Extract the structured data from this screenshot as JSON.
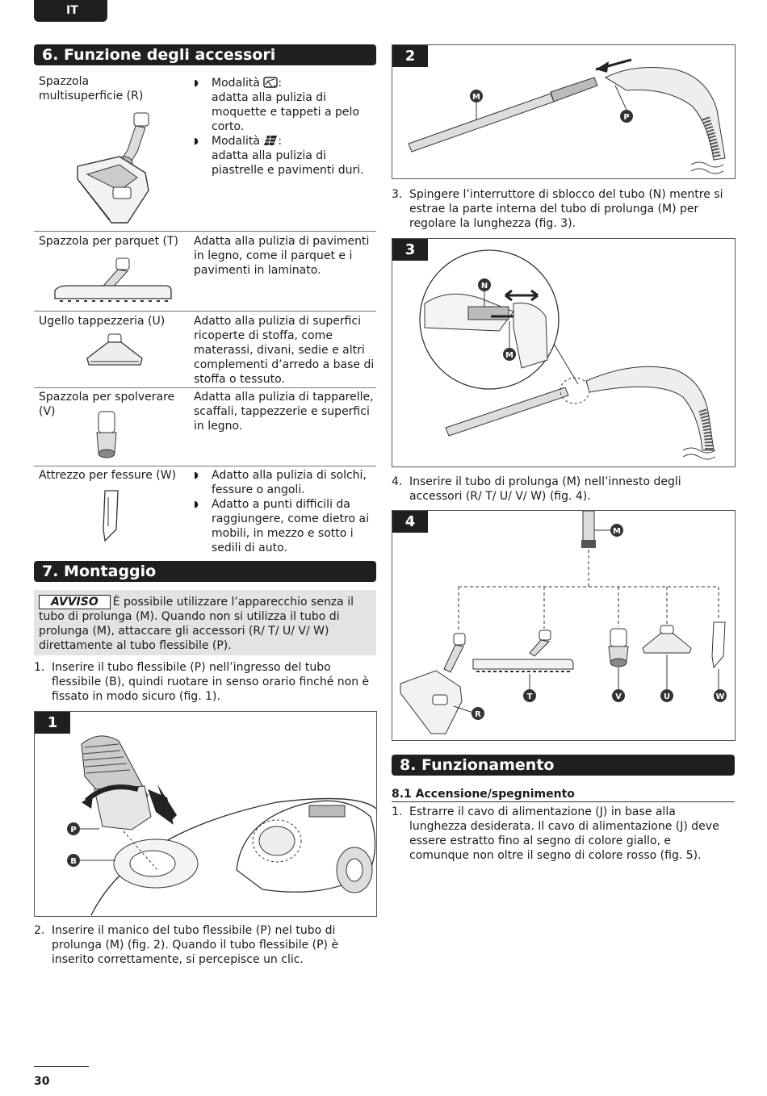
{
  "header": {
    "lang": "IT"
  },
  "sec6": {
    "title": "6. Funzione degli accessori",
    "rows": [
      {
        "name": "Spazzola multisuperficie (R)",
        "b1a": "Modalità",
        "b1b": ":",
        "b1c": "adatta alla pulizia di moquette e tappeti a pelo corto.",
        "b2a": "Modalità",
        "b2b": ":",
        "b2c": "adatta alla pulizia di piastrelle e pavimenti duri."
      },
      {
        "name": "Spazzola per parquet (T)",
        "desc": "Adatta alla pulizia di pavimenti in legno, come il parquet e i pavimenti in laminato."
      },
      {
        "name": "Ugello tappezzeria (U)",
        "desc": "Adatto alla pulizia di superfici ricoperte di stoffa, come materassi, divani, sedie e altri complementi d’arredo a base di stoffa o tessuto."
      },
      {
        "name": "Spazzola per spolverare (V)",
        "desc": "Adatta alla pulizia di tapparelle, scaffali, tappezzerie e superfici in legno."
      },
      {
        "name": "Attrezzo per fessure (W)",
        "b1": "Adatto alla pulizia di solchi, fessure o angoli.",
        "b2": "Adatto a punti difficili da raggiungere, come dietro ai mobili, in mezzo e sotto i sedili di auto."
      }
    ]
  },
  "sec7": {
    "title": "7. Montaggio",
    "notice_label": "AVVISO",
    "notice_text": "È possibile utilizzare l’apparecchio senza il tubo di prolunga (M). Quando non si utilizza il tubo di prolunga (M), attaccare gli accessori (R/ T/ U/ V/ W) direttamente al tubo flessibile (P).",
    "steps": [
      {
        "n": "1.",
        "text": "Inserire il tubo flessibile (P) nell’ingresso del tubo flessibile (B), quindi ruotare in senso orario finché non è fissato in modo sicuro (fig. 1)."
      },
      {
        "n": "2.",
        "text": "Inserire il manico del tubo flessibile (P) nel tubo di prolunga (M) (fig. 2). Quando il tubo flessibile (P) è inserito correttamente, si percepisce un clic."
      },
      {
        "n": "3.",
        "text": "Spingere l’interruttore di sblocco del tubo (N) mentre si estrae la parte interna del tubo di prolunga (M) per regolare la lunghezza (fig. 3)."
      },
      {
        "n": "4.",
        "text": "Inserire il tubo di prolunga (M) nell’innesto degli accessori (R/ T/ U/ V/ W) (fig. 4)."
      }
    ]
  },
  "figures": {
    "fig1": {
      "num": "1",
      "labels": [
        "P",
        "B"
      ]
    },
    "fig2": {
      "num": "2",
      "labels": [
        "M",
        "P"
      ]
    },
    "fig3": {
      "num": "3",
      "labels": [
        "N",
        "M"
      ]
    },
    "fig4": {
      "num": "4",
      "labels": [
        "M",
        "T",
        "V",
        "U",
        "W",
        "R"
      ]
    }
  },
  "sec8": {
    "title": "8. Funzionamento",
    "sub": "8.1 Accensione/spegnimento",
    "steps": [
      {
        "n": "1.",
        "text": "Estrarre il cavo di alimentazione (J) in base alla lunghezza desiderata. Il cavo di alimentazione (J) deve essere estratto fino al segno di colore giallo, e comunque non oltre il segno di colore rosso (fig. 5)."
      }
    ]
  },
  "footer": {
    "page": "30"
  }
}
